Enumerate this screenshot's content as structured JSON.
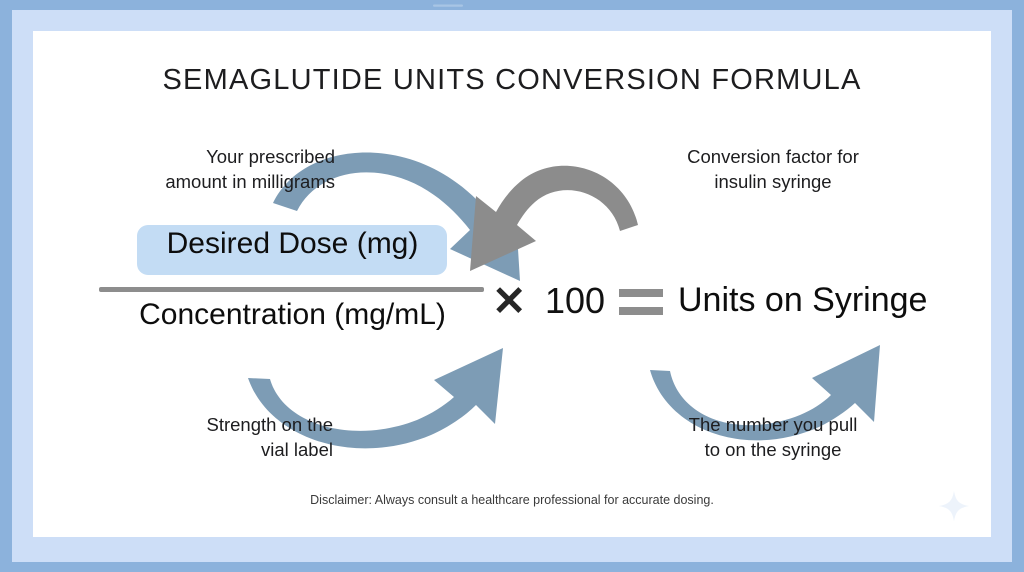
{
  "poster": {
    "title": "SEMAGLUTIDE UNITS CONVERSION FORMULA",
    "disclaimer": "Disclaimer: Always consult a healthcare professional for accurate dosing."
  },
  "formula": {
    "numerator": "Desired Dose (mg)",
    "denominator": "Concentration (mg/mL)",
    "multiply_symbol": "✕",
    "factor": "100",
    "equals_symbol": "=",
    "result": "Units on Syringe"
  },
  "annotations": {
    "top_left": "Your prescribed\namount in milligrams",
    "top_right": "Conversion factor for\ninsulin syringe",
    "bottom_left": "Strength on the\nvial label",
    "bottom_right": "The number you pull\nto on the syringe"
  },
  "colors": {
    "frame_outer": "#8cb2dc",
    "frame_inner": "#cddef7",
    "card": "#ffffff",
    "highlight": "#c3dcf4",
    "arrow_blue": "#7d9cb5",
    "arrow_gray": "#8c8c8c",
    "rule_gray": "#8d8d8d",
    "text": "#1d1d1f"
  },
  "icons": {
    "arrow_top_left": "curved-arrow-down-right-icon",
    "arrow_top_right": "curved-arrow-down-left-icon",
    "arrow_bottom_left": "curved-arrow-up-right-icon",
    "arrow_bottom_right": "curved-arrow-up-right-icon",
    "sparkle": "sparkle-icon"
  }
}
